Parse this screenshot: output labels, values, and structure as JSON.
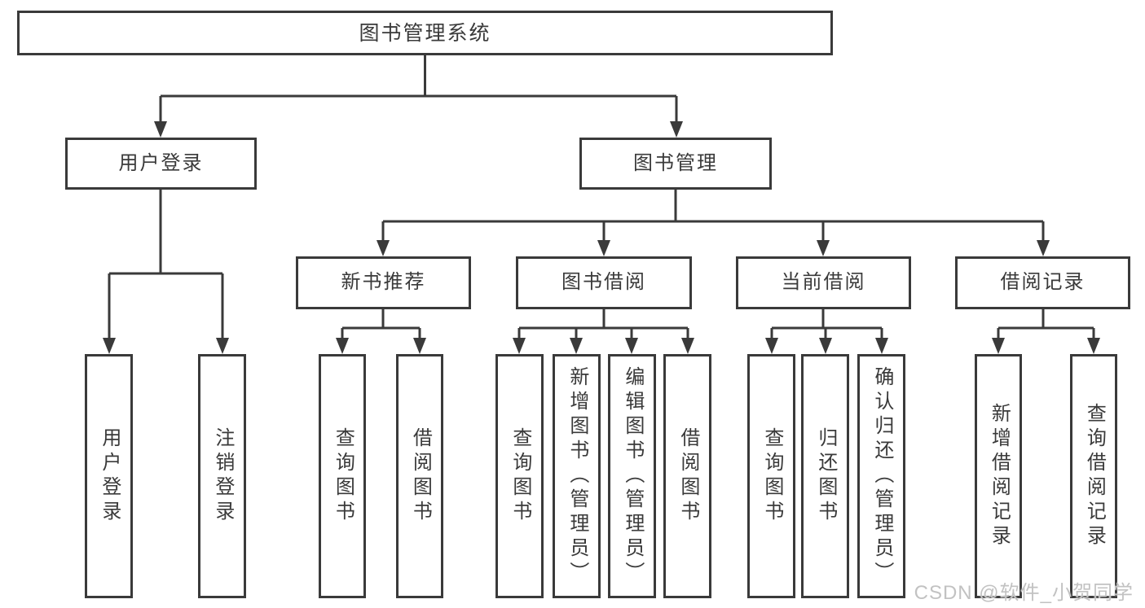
{
  "colors": {
    "line": "#3a3a3a",
    "text": "#3a3a3a",
    "box-bg": "#ffffff",
    "bg": "#ffffff",
    "watermark": "#c2c2c2"
  },
  "tree": {
    "root": "图书管理系统",
    "branches": [
      {
        "label": "用户登录",
        "children": [
          "用户登录",
          "注销登录"
        ]
      },
      {
        "label": "图书管理",
        "children": [
          {
            "label": "新书推荐",
            "children": [
              "查询图书",
              "借阅图书"
            ]
          },
          {
            "label": "图书借阅",
            "children": [
              "查询图书",
              "新增图书（管理员）",
              "编辑图书（管理员）",
              "借阅图书"
            ]
          },
          {
            "label": "当前借阅",
            "children": [
              "查询图书",
              "归还图书",
              "确认归还（管理员）"
            ]
          },
          {
            "label": "借阅记录",
            "children": [
              "新增借阅记录",
              "查询借阅记录"
            ]
          }
        ]
      }
    ]
  },
  "watermark": {
    "text": "CSDN @软件_小贺同学"
  }
}
